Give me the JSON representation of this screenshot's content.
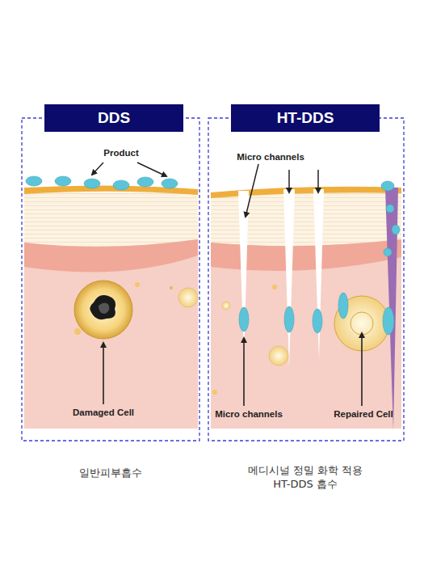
{
  "diagram": {
    "nodes": [
      {
        "text": [
          "DDS"
        ]
      },
      {
        "text": [
          "HT-DDS"
        ]
      }
    ],
    "labels": [
      "Product",
      "Damaged Cell",
      "Micro channels",
      "Micro channels",
      "Repaired Cell",
      "일반피부흡수",
      "메디시널 정밀 화학 적용 HT-DDS 흡수"
    ]
  }
}
